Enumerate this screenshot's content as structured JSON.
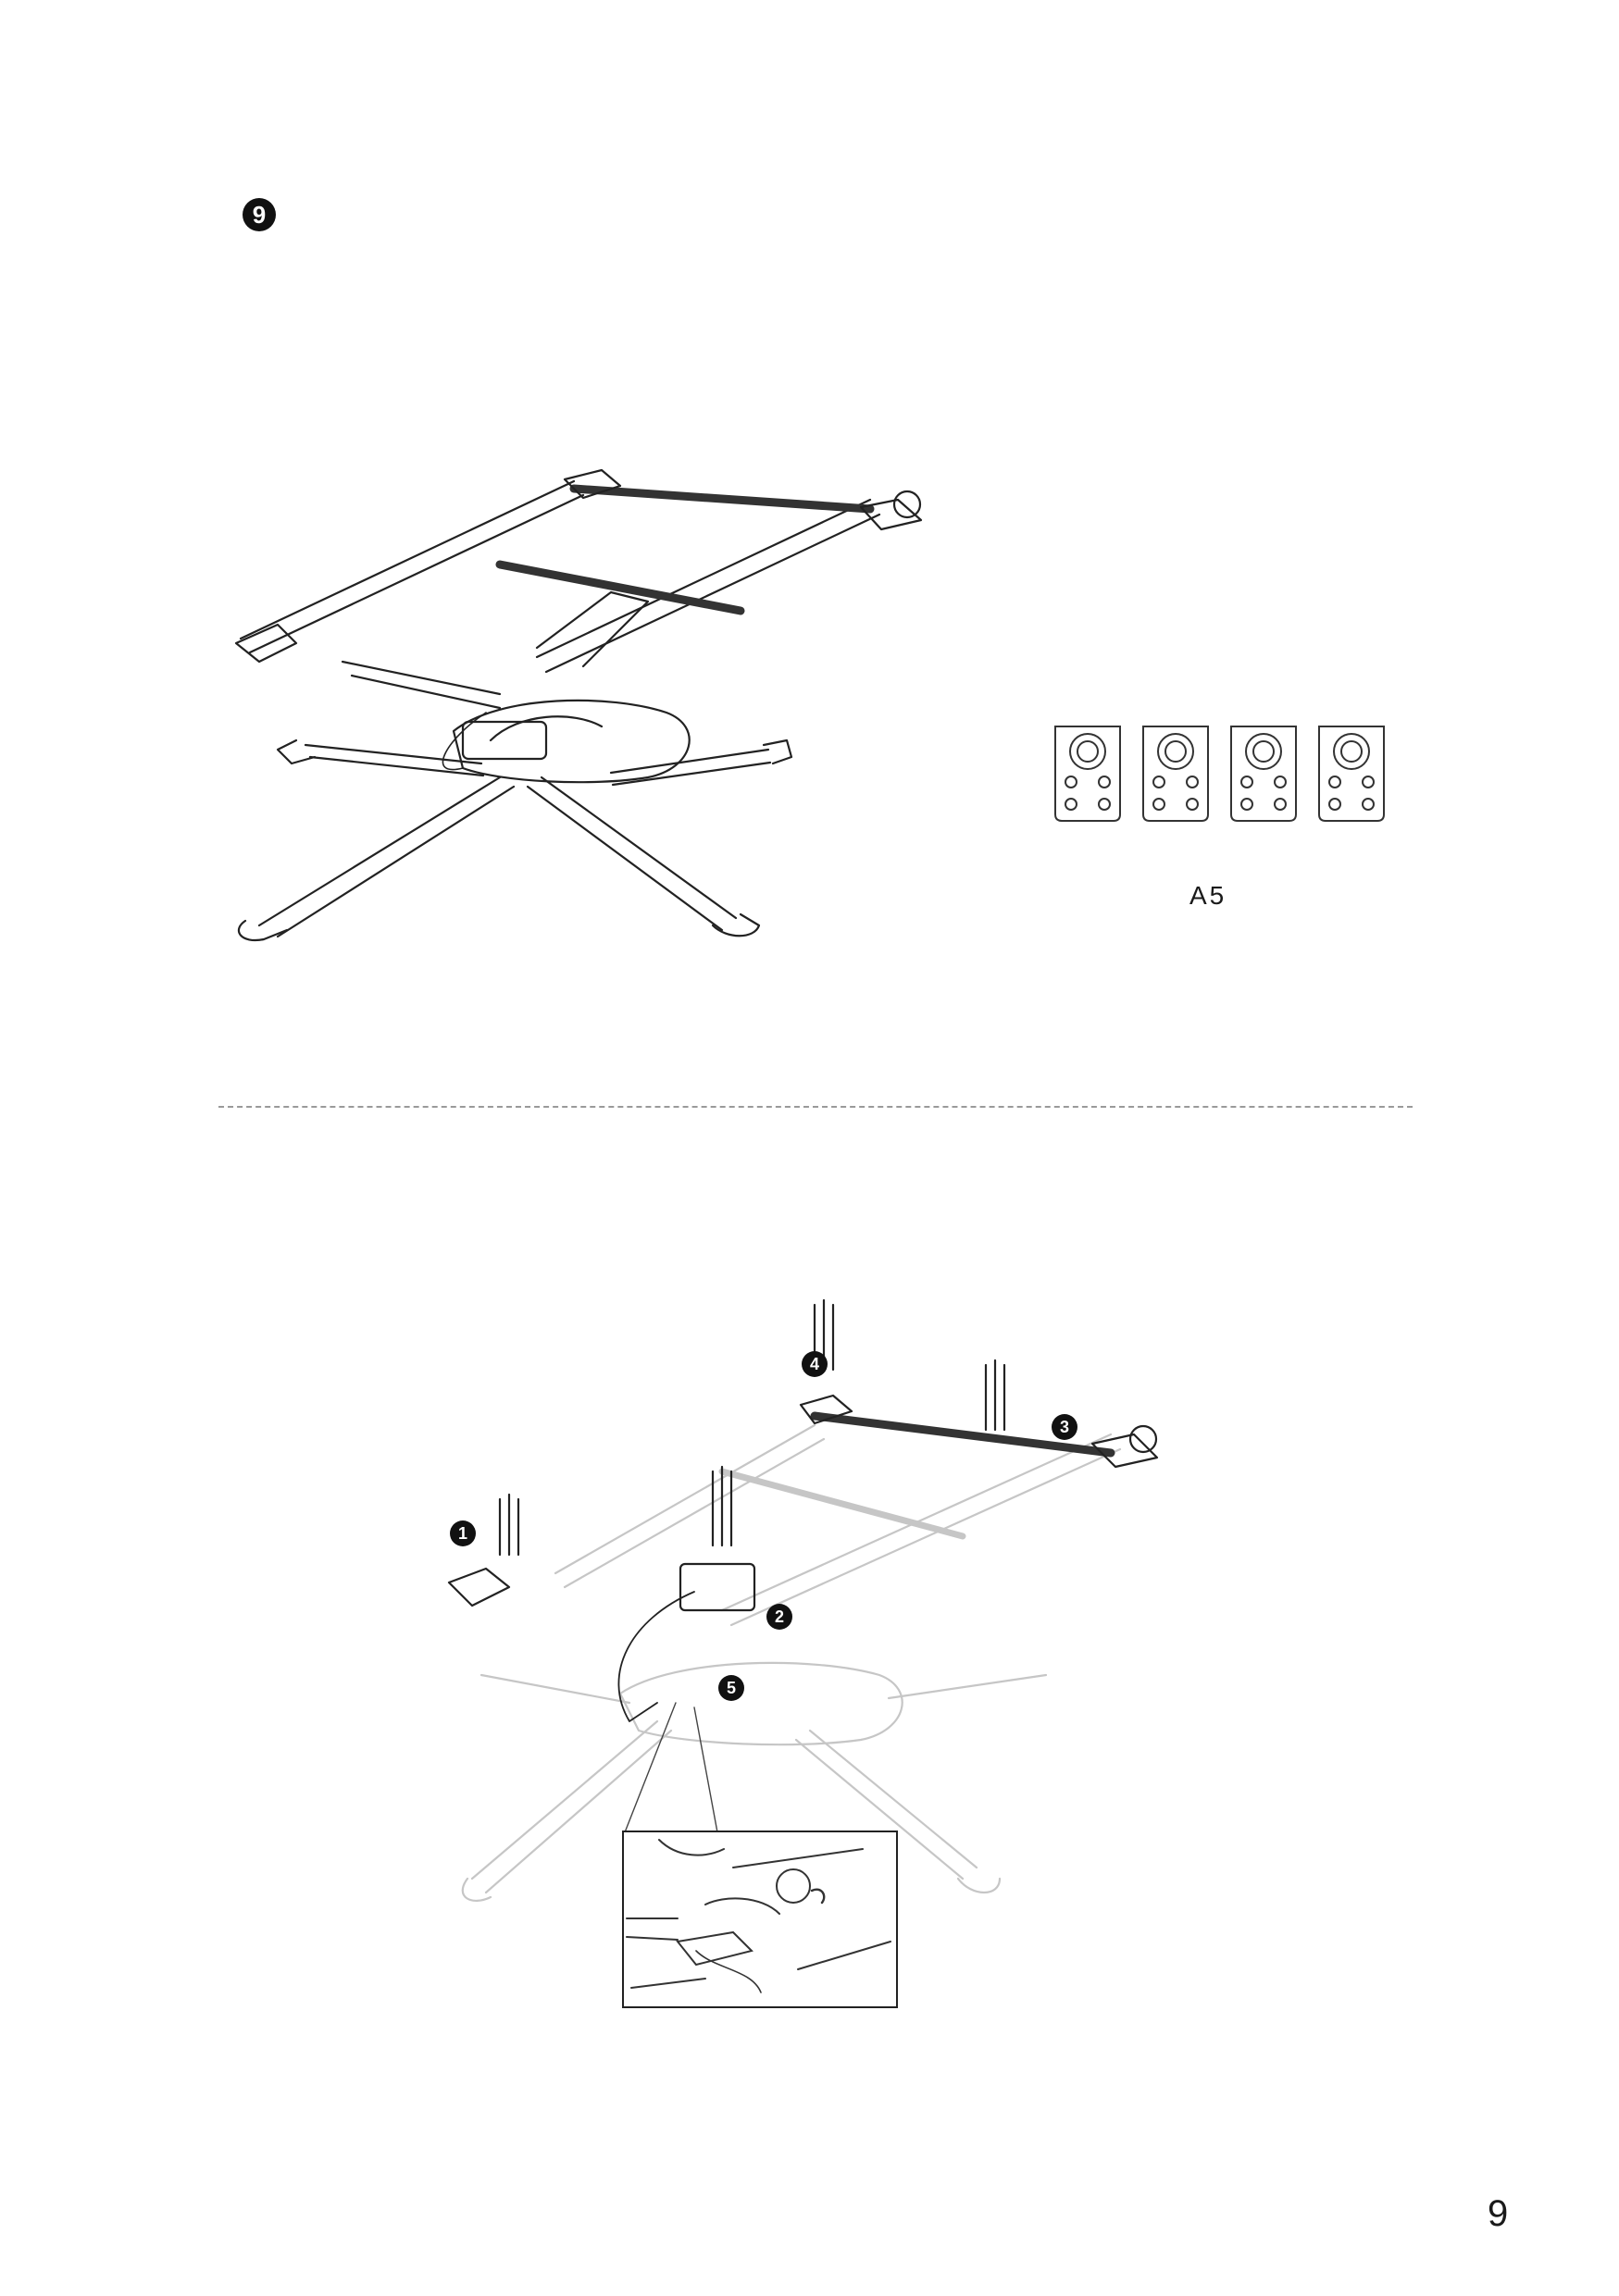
{
  "step": {
    "number": "9"
  },
  "parts": {
    "label": "A5",
    "count": 4
  },
  "callouts": [
    "1",
    "2",
    "3",
    "4",
    "5"
  ],
  "page": {
    "number": "9"
  }
}
